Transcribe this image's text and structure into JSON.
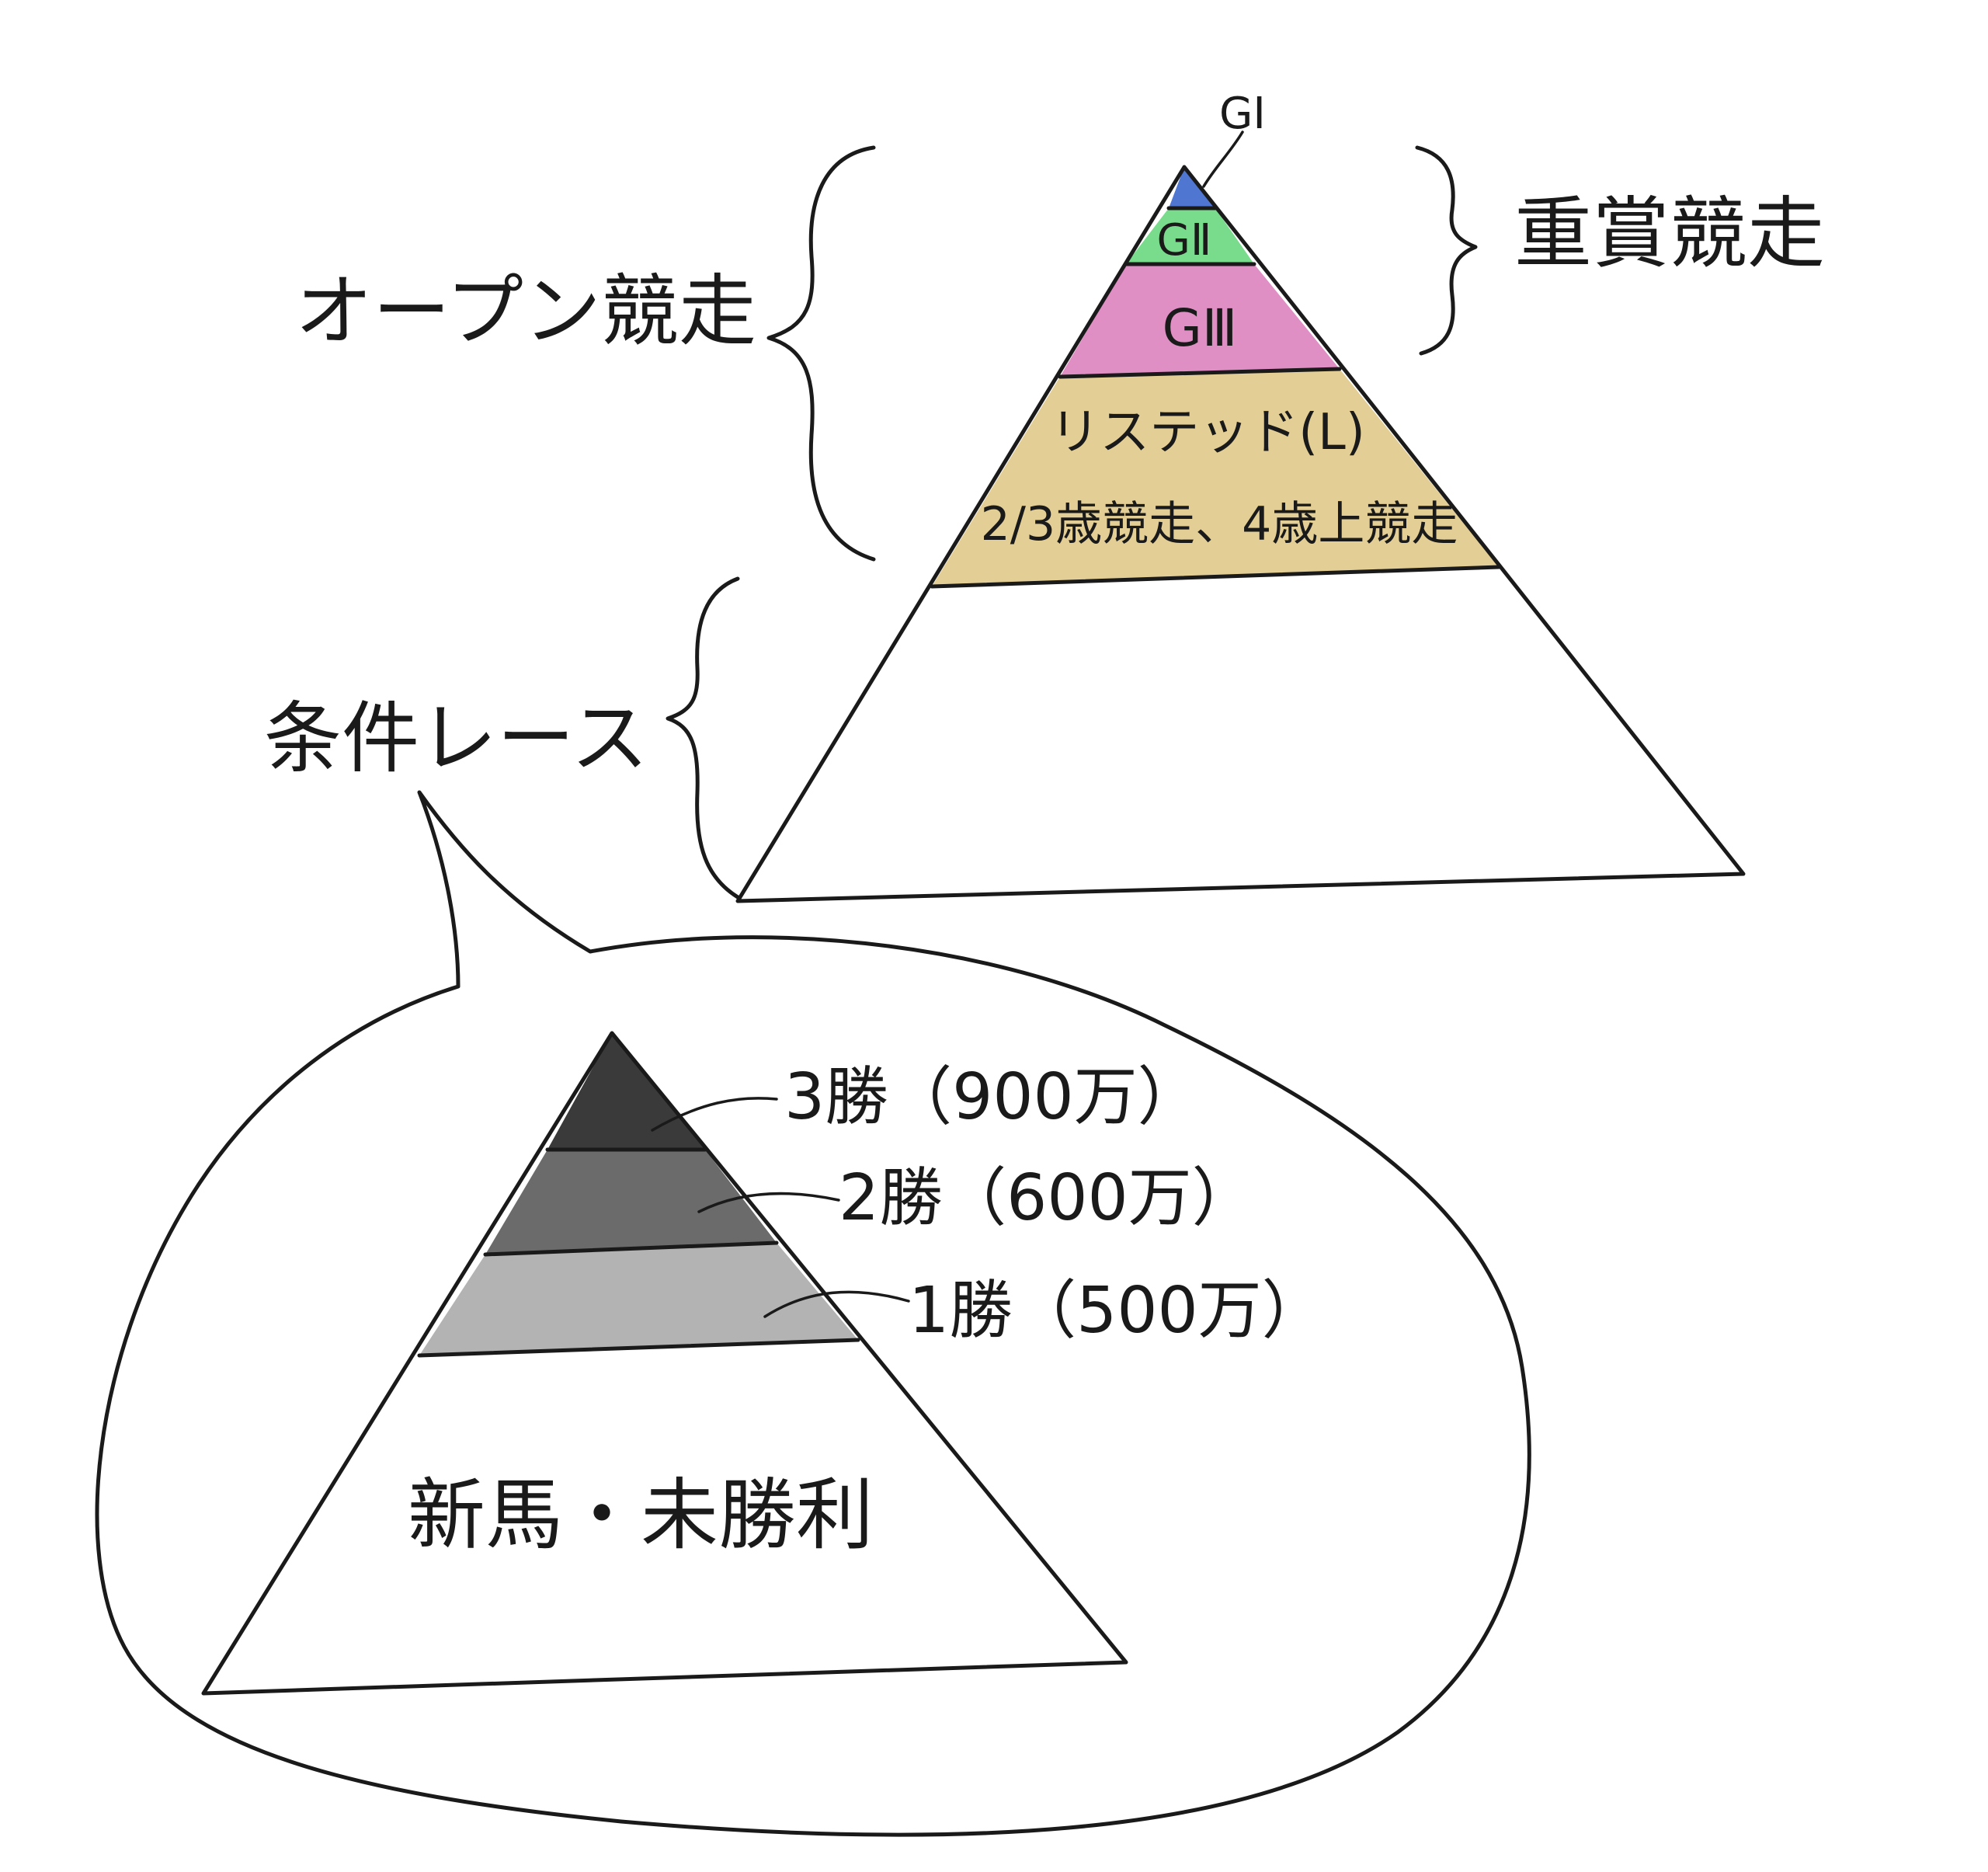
{
  "graded_pyramid": {
    "g1": {
      "label": "GⅠ",
      "color": "#4f77d2"
    },
    "g2": {
      "label": "GⅡ",
      "color": "#78dc8c"
    },
    "g3": {
      "label": "GⅢ",
      "color": "#e08fc4"
    },
    "listed": {
      "label": "リステッド(L)",
      "sublabel": "2/3歳競走、4歳上競走",
      "color": "#e3cf95"
    }
  },
  "labels": {
    "open_race": "オープン競走",
    "graded_race": "重賞競走",
    "condition_race": "条件レース"
  },
  "condition_pyramid": {
    "win3": {
      "label": "3勝（900万）",
      "color": "#3a3a3a"
    },
    "win2": {
      "label": "2勝（600万）",
      "color": "#6b6b6b"
    },
    "win1": {
      "label": "1勝（500万）",
      "color": "#b3b3b3"
    },
    "base": {
      "label": "新馬・未勝利"
    }
  }
}
